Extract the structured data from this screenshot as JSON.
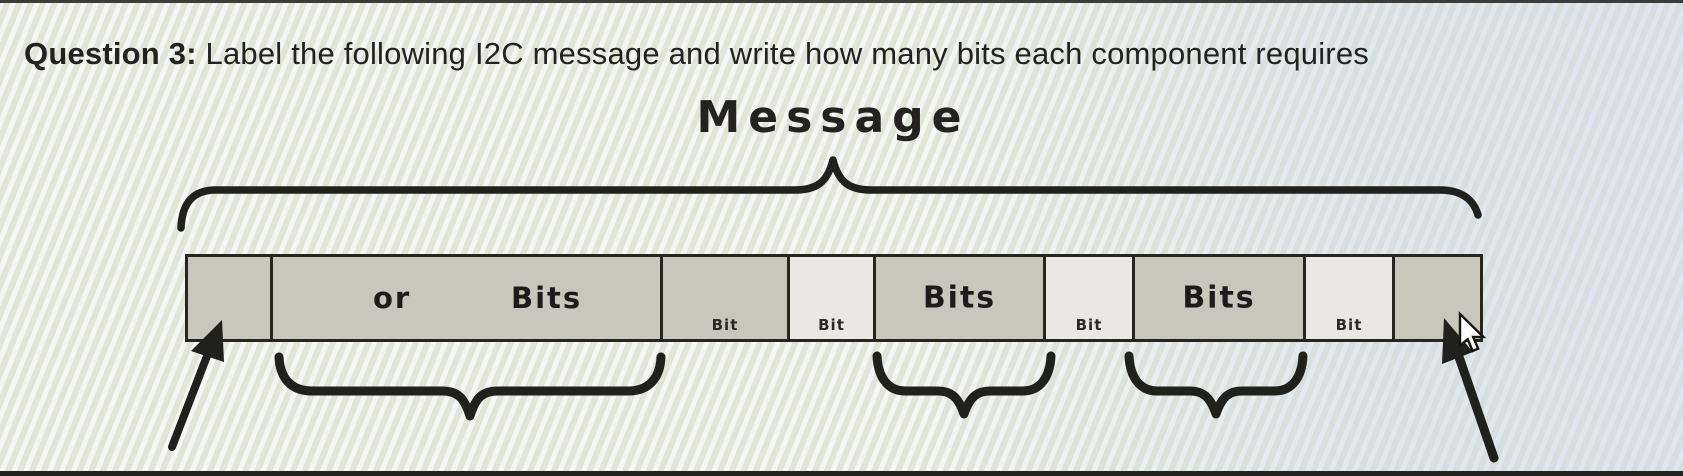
{
  "question": {
    "prefix": "Question 3:",
    "text": " Label the following I2C message and write how many bits each component requires"
  },
  "diagram": {
    "title": "Message",
    "boxes": [
      {
        "label": ""
      },
      {
        "label_left": "or",
        "label_right": "Bits"
      },
      {
        "label": "Bit"
      },
      {
        "label": "Bit"
      },
      {
        "label": "Bits"
      },
      {
        "label": "Bit"
      },
      {
        "label": "Bits"
      },
      {
        "label": "Bit"
      },
      {
        "label": ""
      }
    ],
    "colors": {
      "box_gray": "#c9c6bb",
      "box_light": "#eae8e2",
      "ink": "#21211c",
      "background": "#e6e9e2"
    }
  },
  "cursor": {
    "icon": "arrow-pointer"
  }
}
